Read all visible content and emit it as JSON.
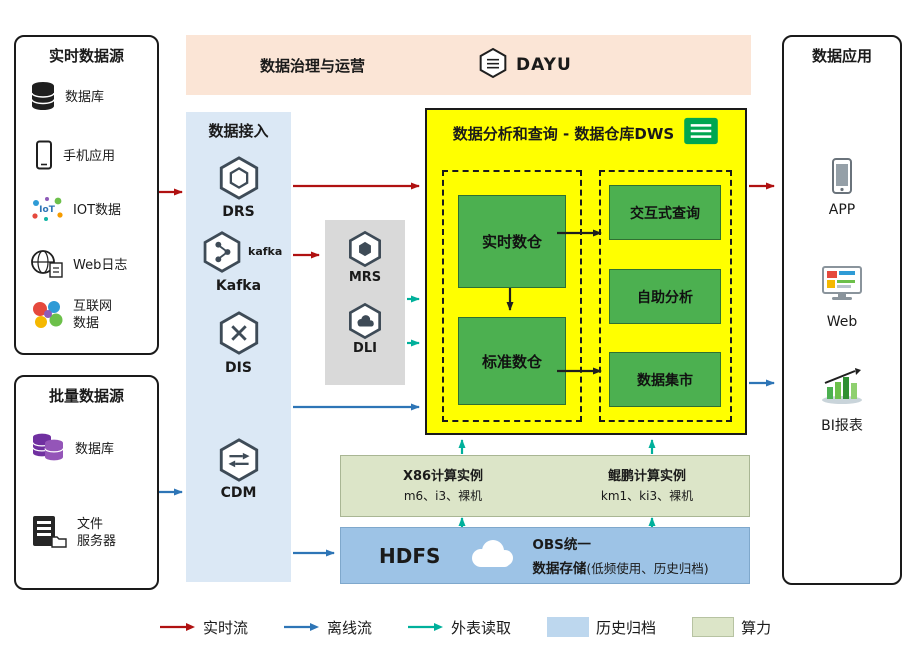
{
  "realtime_sources": {
    "title": "实时数据源",
    "items": [
      {
        "icon": "database-icon",
        "label": "数据库"
      },
      {
        "icon": "mobile-phone-icon",
        "label": "手机应用"
      },
      {
        "icon": "iot-icon",
        "label": "IOT数据"
      },
      {
        "icon": "web-log-icon",
        "label": "Web日志"
      },
      {
        "icon": "internet-data-icon",
        "label": "互联网\n数据"
      }
    ]
  },
  "batch_sources": {
    "title": "批量数据源",
    "items": [
      {
        "icon": "database-purple-icon",
        "label": "数据库"
      },
      {
        "icon": "file-server-icon",
        "label": "文件\n服务器"
      }
    ]
  },
  "governance": {
    "title": "数据治理与运营",
    "logo_text": "DAYU"
  },
  "ingestion": {
    "title": "数据接入",
    "services": [
      {
        "label": "DRS"
      },
      {
        "label": "Kafka",
        "sub": "kafka"
      },
      {
        "label": "DIS"
      },
      {
        "label": "CDM"
      }
    ]
  },
  "analytics_services": [
    {
      "label": "MRS"
    },
    {
      "label": "DLI"
    }
  ],
  "dws": {
    "title": "数据分析和查询 - 数据仓库DWS",
    "left_modules": [
      {
        "label": "实时数仓"
      },
      {
        "label": "标准数仓"
      }
    ],
    "right_modules": [
      {
        "label": "交互式查询"
      },
      {
        "label": "自助分析"
      },
      {
        "label": "数据集市"
      }
    ]
  },
  "compute": {
    "x86_title": "X86计算实例",
    "x86_detail": "m6、i3、裸机",
    "kunpeng_title": "鲲鹏计算实例",
    "kunpeng_detail": "km1、ki3、裸机"
  },
  "storage": {
    "hdfs_label": "HDFS",
    "obs_line1": "OBS统一",
    "obs_line2": "数据存储",
    "obs_note": "(低频使用、历史归档)"
  },
  "applications": {
    "title": "数据应用",
    "items": [
      {
        "icon": "app-phone-icon",
        "label": "APP"
      },
      {
        "icon": "web-monitor-icon",
        "label": "Web"
      },
      {
        "icon": "bi-report-icon",
        "label": "BI报表"
      }
    ]
  },
  "legend": {
    "realtime": "实时流",
    "offline": "离线流",
    "external": "外表读取",
    "archive": "历史归档",
    "compute": "算力"
  },
  "colors": {
    "realtime_flow": "#b01111",
    "offline_flow": "#2e75b6",
    "external_read": "#00b09b",
    "archive_bg": "#bdd7ee",
    "compute_bg": "#dce5c8",
    "dws_bg": "#ffff00",
    "module_green": "#4cb050",
    "ingestion_bg": "#dbe8f5",
    "governance_bg": "#fbe5d6",
    "analytics_bg": "#d9d9d9"
  }
}
